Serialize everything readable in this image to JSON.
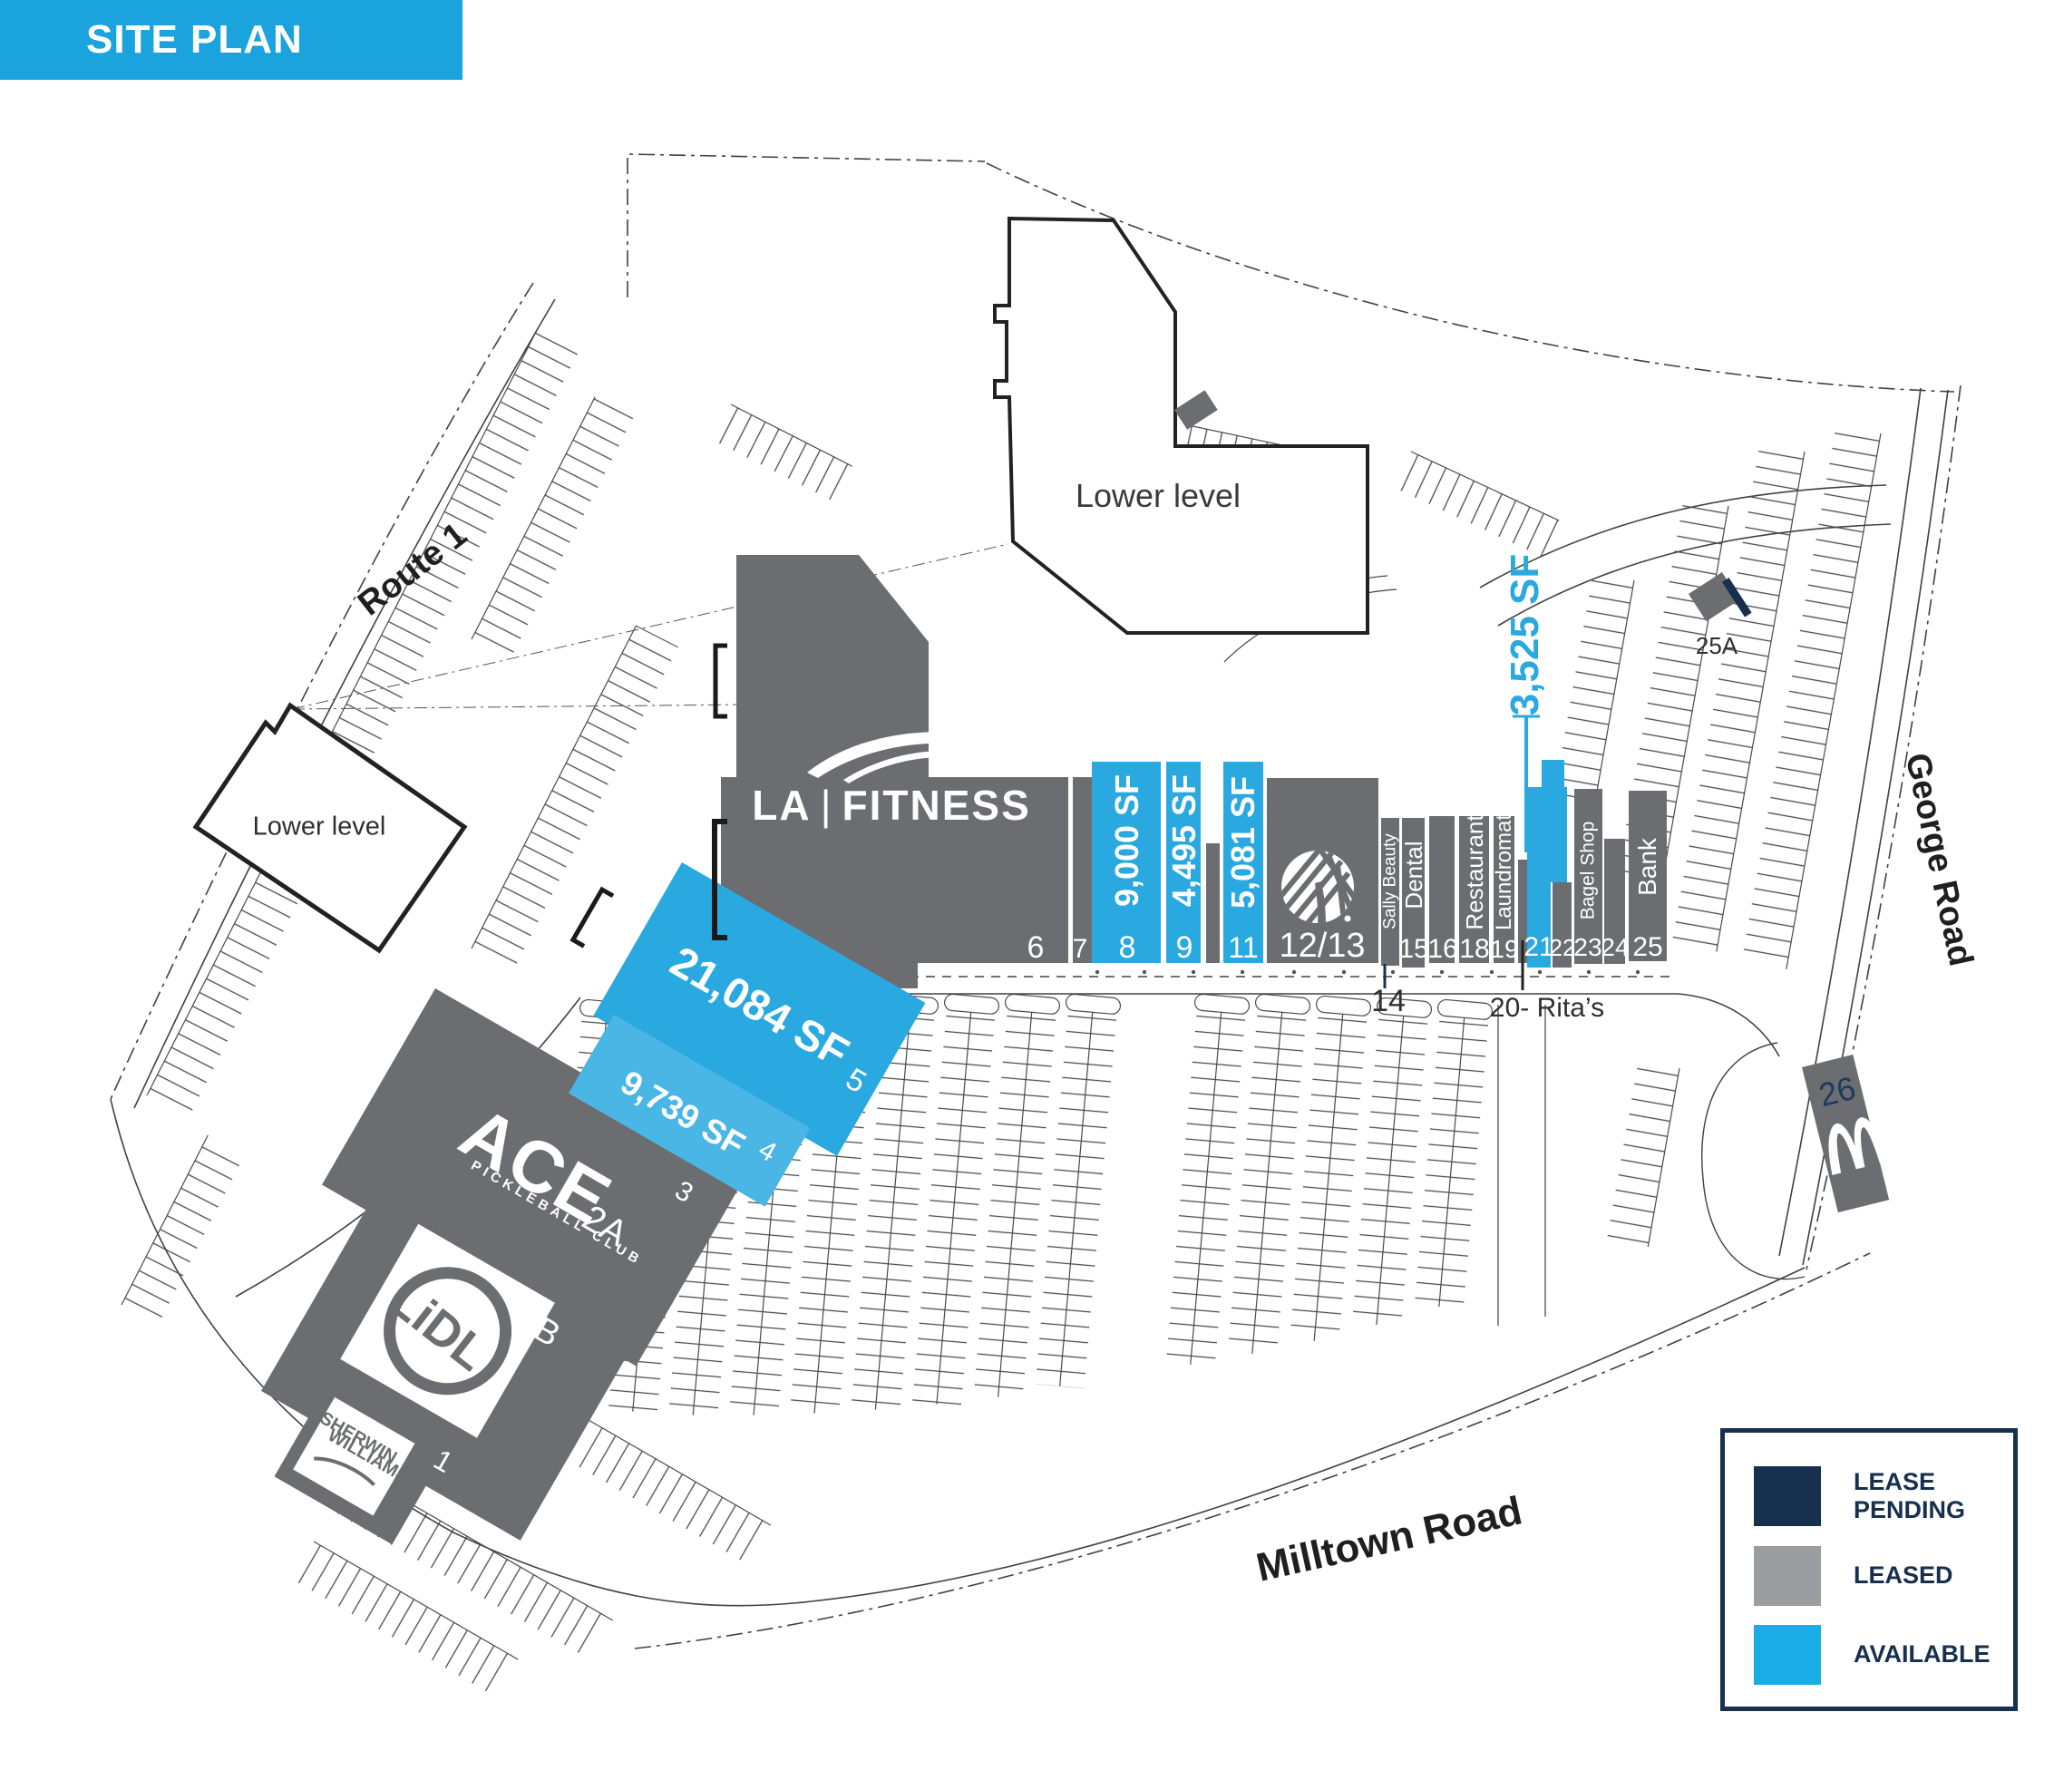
{
  "header": {
    "title": "SITE PLAN"
  },
  "roads": {
    "route_1": "Route 1",
    "george_road": "George Road",
    "milltown_road": "Milltown Road"
  },
  "annotations": {
    "lower_level_top": "Lower level",
    "lower_level_left": "Lower level"
  },
  "brands": {
    "la": "LA",
    "fitness": "FITNESS",
    "ace": "ACE",
    "ace_sub": "PICKLEBALL CLUB",
    "lidl": "LiDL",
    "sherwin_1": "SHERWIN",
    "sherwin_2": "WILLIAMS"
  },
  "strip_units": [
    {
      "num": "6",
      "tenant": "LA Fitness",
      "status": "leased"
    },
    {
      "num": "7",
      "status": "leased"
    },
    {
      "num": "8",
      "sf": "9,000 SF",
      "status": "available"
    },
    {
      "num": "9",
      "sf": "4,495 SF",
      "status": "available"
    },
    {
      "num": "11",
      "sf": "5,081 SF",
      "status": "available"
    },
    {
      "num": "12/13",
      "status": "leased"
    },
    {
      "num": "14",
      "tenant": "Sally Beauty",
      "status": "leased"
    },
    {
      "num": "15",
      "tenant": "Dental",
      "status": "leased"
    },
    {
      "num": "16",
      "status": "leased"
    },
    {
      "num": "18",
      "tenant": "Restaurant",
      "status": "leased"
    },
    {
      "num": "19",
      "tenant": "Laundromat",
      "status": "leased"
    },
    {
      "num": "20",
      "label": "20- Rita’s",
      "status": "leased"
    },
    {
      "num": "21",
      "sf": "3,525 SF",
      "status": "available"
    },
    {
      "num": "22",
      "status": "leased"
    },
    {
      "num": "23",
      "tenant": "Bagel Shop",
      "status": "leased"
    },
    {
      "num": "24",
      "status": "leased"
    },
    {
      "num": "25",
      "tenant": "Bank",
      "status": "leased"
    },
    {
      "num": "25A",
      "status": "leased"
    },
    {
      "num": "26",
      "status": "leased"
    }
  ],
  "west_units": [
    {
      "num": "1",
      "tenant": "Sherwin Williams",
      "status": "leased"
    },
    {
      "num": "2A",
      "tenant": "ACE Pickleball Club",
      "status": "leased"
    },
    {
      "num": "2B",
      "tenant": "LIDL",
      "status": "leased"
    },
    {
      "num": "3",
      "status": "leased"
    },
    {
      "num": "4",
      "sf": "9,739 SF",
      "status": "available"
    },
    {
      "num": "5",
      "sf": "21,084 SF",
      "status": "available"
    }
  ],
  "legend": {
    "items": [
      {
        "label": "LEASE PENDING",
        "color": "#16304d",
        "style": "background:#16304d"
      },
      {
        "label": "LEASED",
        "color": "#9b9da0",
        "style": "background:#9b9da0"
      },
      {
        "label": "AVAILABLE",
        "color": "#1aace4",
        "style": "background:#1aace4"
      }
    ]
  },
  "colors": {
    "header": "#1aa3dc",
    "available": "#29a9e0",
    "available_light": "#4ab6e6",
    "leased": "#6b6d70",
    "navy": "#16304d"
  }
}
